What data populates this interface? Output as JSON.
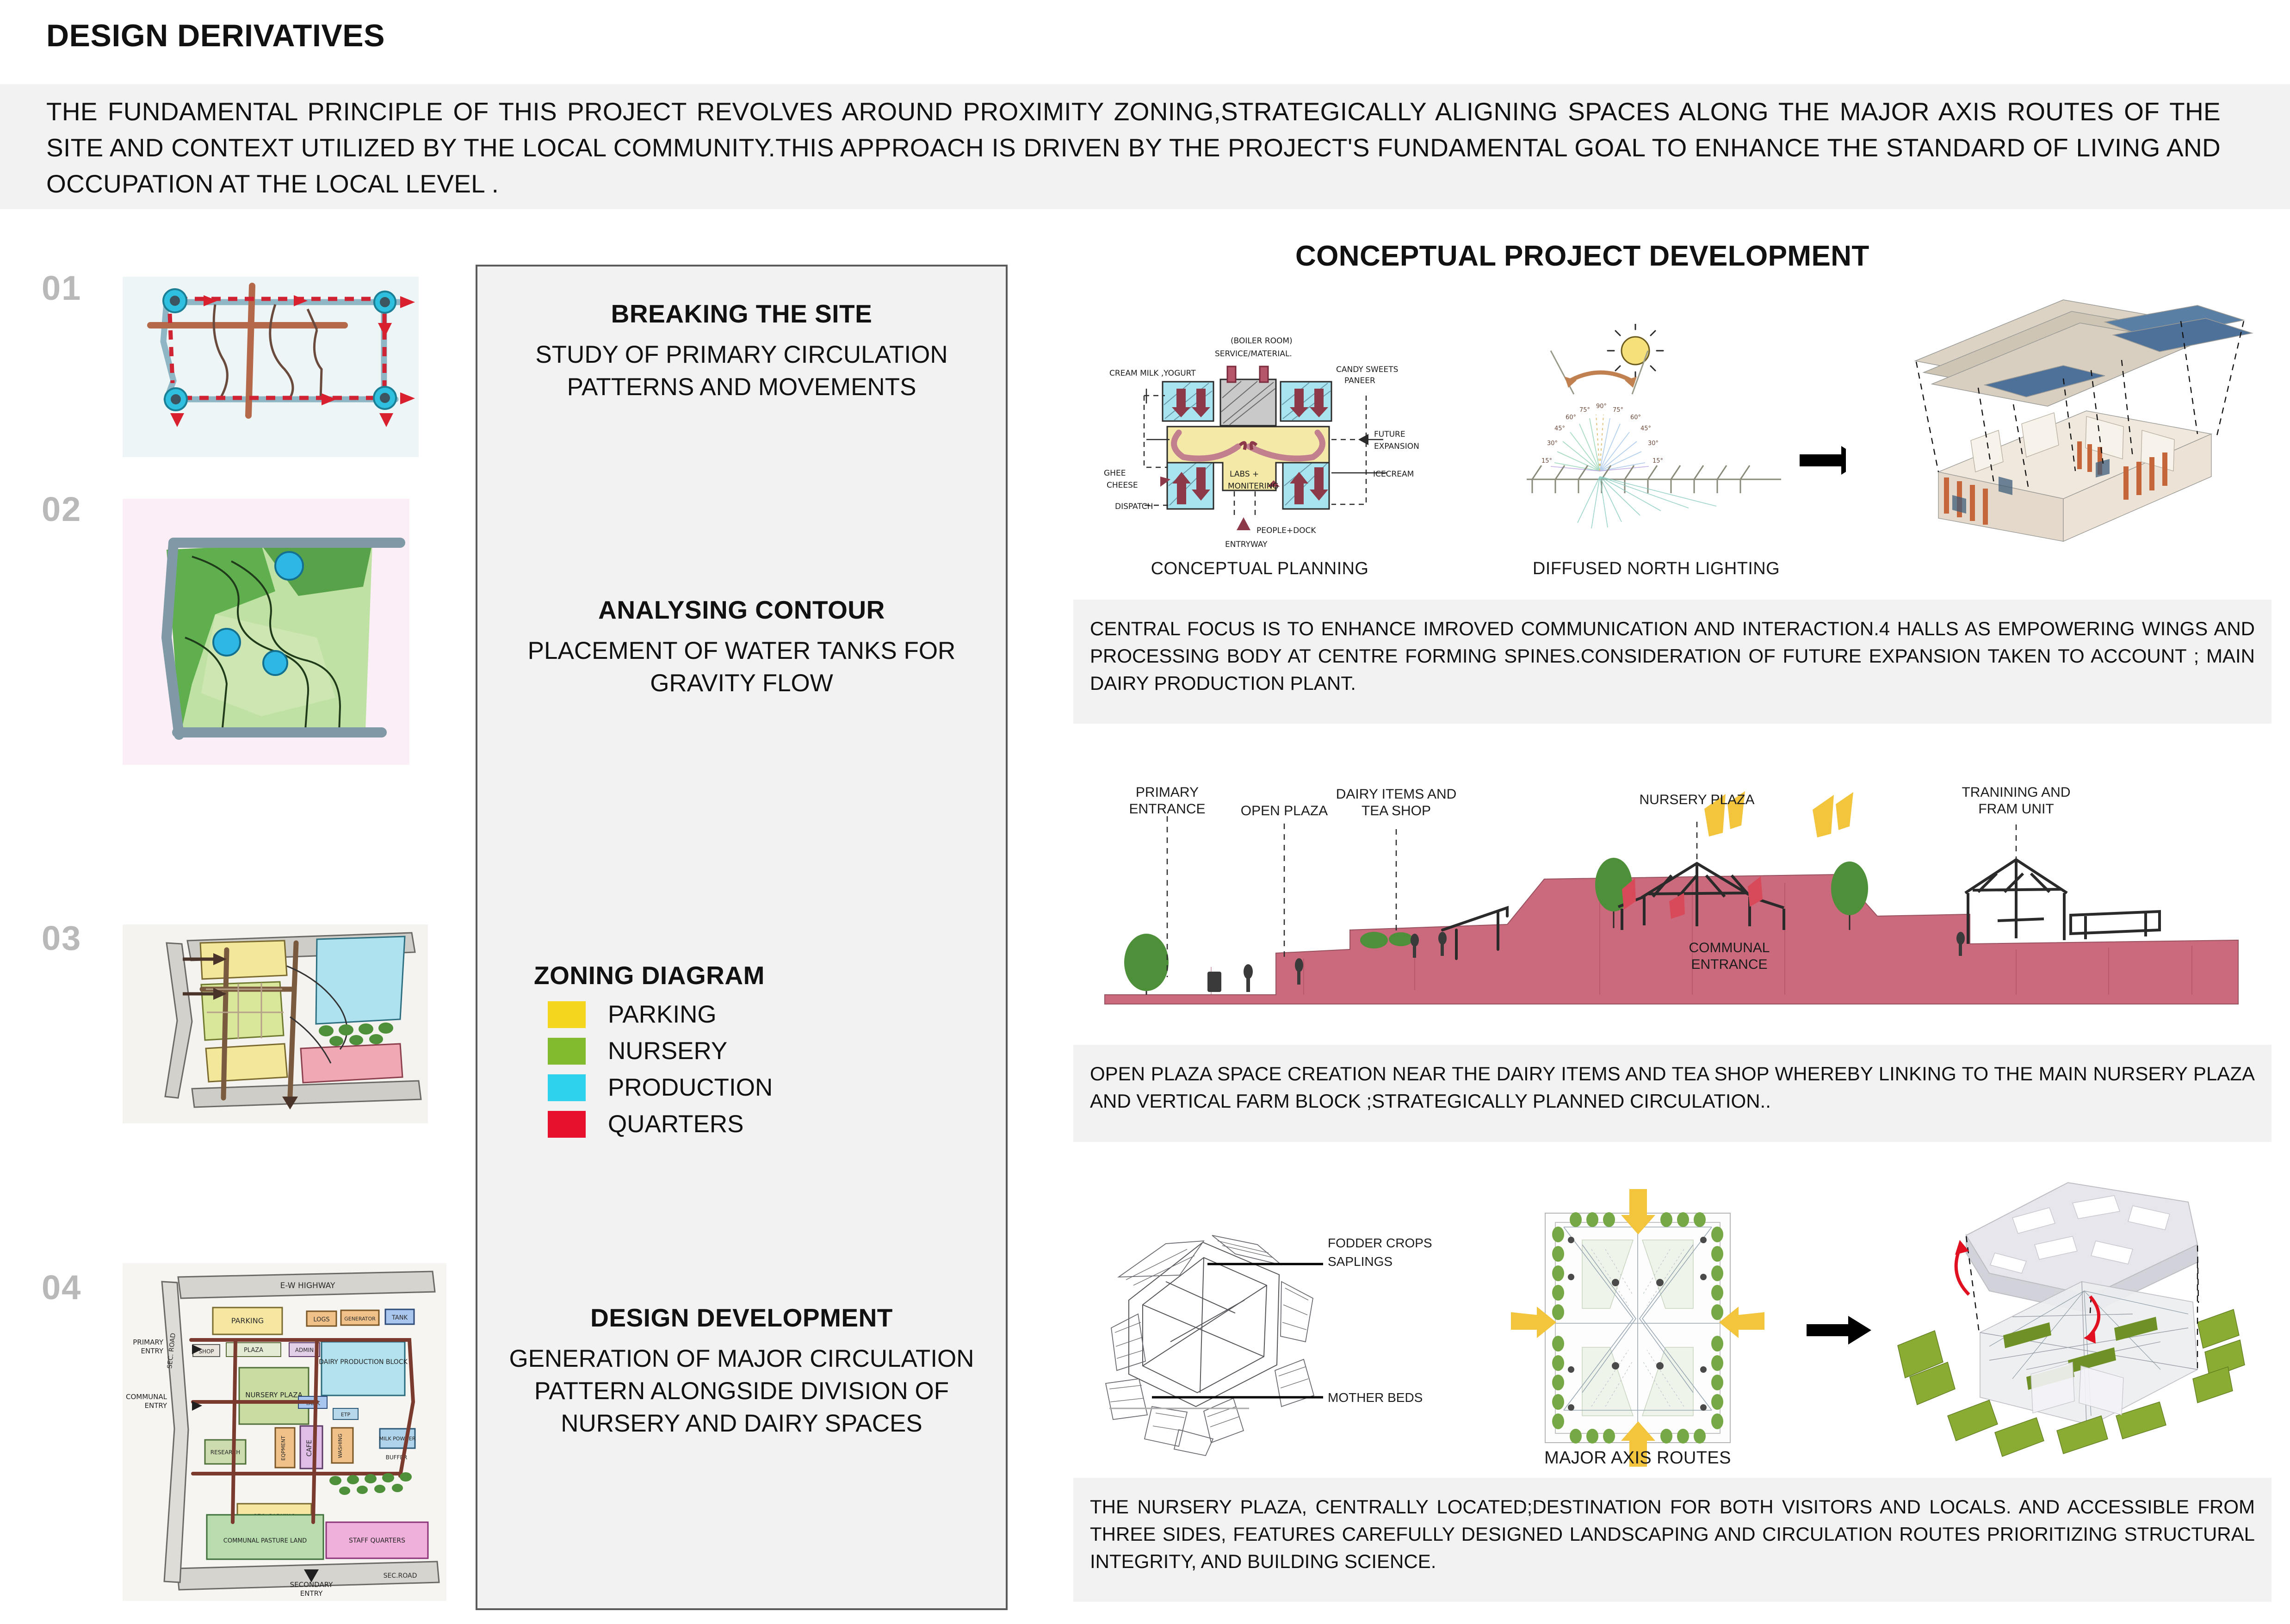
{
  "header": {
    "title": "DESIGN DERIVATIVES",
    "intro": "THE FUNDAMENTAL PRINCIPLE OF THIS PROJECT REVOLVES AROUND PROXIMITY ZONING,STRATEGICALLY ALIGNING SPACES ALONG THE MAJOR AXIS ROUTES OF THE SITE AND CONTEXT UTILIZED BY THE LOCAL COMMUNITY.THIS APPROACH IS DRIVEN BY THE PROJECT'S FUNDAMENTAL GOAL TO ENHANCE THE STANDARD OF LIVING AND OCCUPATION AT THE LOCAL LEVEL ."
  },
  "steps": [
    {
      "number": "01",
      "thumb_name": "circulation-sketch"
    },
    {
      "number": "02",
      "thumb_name": "contour-sketch"
    },
    {
      "number": "03",
      "thumb_name": "zoning-sketch"
    },
    {
      "number": "04",
      "thumb_name": "masterplan-sketch"
    }
  ],
  "mid_panel": {
    "blocks": [
      {
        "heading": "BREAKING THE SITE",
        "body": "STUDY OF PRIMARY CIRCULATION PATTERNS AND MOVEMENTS"
      },
      {
        "heading": "ANALYSING CONTOUR",
        "body": "PLACEMENT OF WATER TANKS FOR GRAVITY FLOW"
      },
      {
        "heading": "ZONING DIAGRAM",
        "body": ""
      },
      {
        "heading": "DESIGN DEVELOPMENT",
        "body": "GENERATION OF MAJOR CIRCULATION PATTERN ALONGSIDE DIVISION OF NURSERY AND DAIRY SPACES"
      }
    ],
    "legend": [
      {
        "label": "PARKING",
        "color": "#F5D61E"
      },
      {
        "label": "NURSERY",
        "color": "#82BC2E"
      },
      {
        "label": "PRODUCTION",
        "color": "#2FD2EC"
      },
      {
        "label": "QUARTERS",
        "color": "#E8112D"
      }
    ]
  },
  "right": {
    "title": "CONCEPTUAL PROJECT DEVELOPMENT",
    "rows": [
      {
        "figures": [
          {
            "caption": "CONCEPTUAL PLANNING"
          },
          {
            "caption": "DIFFUSED NORTH LIGHTING"
          },
          {
            "caption": ""
          }
        ],
        "sketch_labels": [
          "(BOILER ROOM)",
          "SERVICE/MATERIAL.",
          "CREAM MILK ,YOGURT",
          "CANDY SWEETS PANEER",
          "GHEE CHEESE",
          "DISPATCH",
          "LABS + MONITERING",
          "FUTURE EXPANSION",
          "ICECREAM",
          "PEOPLE+DOCK",
          "ENTRYWAY"
        ],
        "sun_angles": [
          "15°",
          "30°",
          "45°",
          "60°",
          "75°",
          "90°"
        ],
        "caption": "CENTRAL FOCUS IS TO ENHANCE IMROVED  COMMUNICATION AND INTERACTION.4 HALLS AS EMPOWERING WINGS AND PROCESSING BODY AT CENTRE FORMING SPINES.CONSIDERATION OF FUTURE EXPANSION TAKEN TO ACCOUNT ; MAIN DAIRY PRODUCTION PLANT."
      },
      {
        "section_labels": [
          "PRIMARY ENTRANCE",
          "OPEN PLAZA",
          "DAIRY ITEMS AND TEA SHOP",
          "NURSERY PLAZA",
          "TRANINING AND FRAM UNIT",
          "COMMUNAL ENTRANCE"
        ],
        "caption": "OPEN PLAZA SPACE CREATION NEAR THE DAIRY ITEMS AND TEA SHOP WHEREBY LINKING TO THE MAIN NURSERY PLAZA AND VERTICAL FARM BLOCK ;STRATEGICALLY PLANNED CIRCULATION.."
      },
      {
        "figures": [
          {
            "caption": ""
          },
          {
            "caption": "MAJOR AXIS ROUTES"
          },
          {
            "caption": ""
          }
        ],
        "sketch_labels": [
          "FODDER CROPS SAPLINGS",
          "MOTHER BEDS"
        ],
        "caption": "THE NURSERY PLAZA, CENTRALLY LOCATED;DESTINATION FOR BOTH VISITORS AND LOCALS. AND ACCESSIBLE FROM THREE SIDES, FEATURES CAREFULLY DESIGNED LANDSCAPING AND CIRCULATION ROUTES PRIORITIZING STRUCTURAL INTEGRITY, AND BUILDING SCIENCE."
      }
    ]
  },
  "masterplan_labels": {
    "highway": "E-W HIGHWAY",
    "sec_road_left": "SEC. ROAD",
    "sec_road_bottom": "SEC.ROAD",
    "primary_entry": "PRIMARY ENTRY",
    "communal_entry": "COMMUNAL ENTRY",
    "secondary_entry": "SECONDARY ENTRY",
    "blocks": [
      "PARKING",
      "LOGS",
      "GENERATOR",
      "TANK",
      "SHOP",
      "PLAZA",
      "ADMIN",
      "DAIRY PRODUCTION BLOCK",
      "NURSERY PLAZA",
      "TANK",
      "ETP",
      "CAFE",
      "EQPMENT",
      "WASHING",
      "RESEARCH",
      "MILK POWDER",
      "BUFFER",
      "SEC. PARKING",
      "COMMUNAL PASTURE LAND",
      "STAFF QUARTERS"
    ]
  },
  "colors": {
    "band_bg": "#f2f2f2",
    "panel_border": "#5a5a5a",
    "number_gray": "#b9b9b9",
    "text": "#111111"
  }
}
